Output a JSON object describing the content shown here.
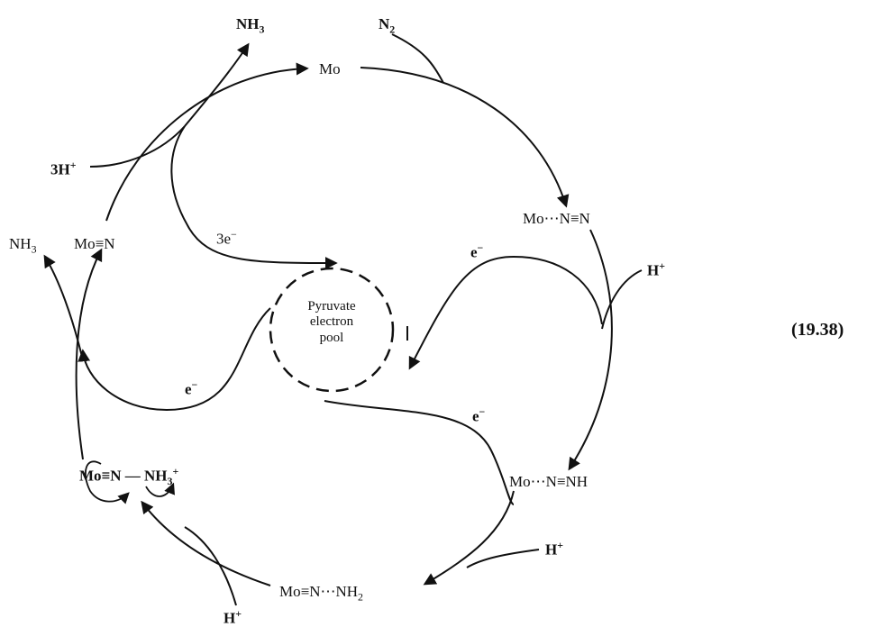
{
  "labels": {
    "nh3_top": "NH",
    "nh3_top_sub": "3",
    "n2": "N",
    "n2_sub": "2",
    "mo": "Mo",
    "three_h_plus": "3H",
    "three_h_plus_sup": "+",
    "nh3_left": "NH",
    "nh3_left_sub": "3",
    "mo_triple_n": "Mo≡N",
    "three_e": "3e",
    "three_e_sup": "−",
    "mo_n2": "Mo⋯N≡N",
    "e_top": "e",
    "e_top_sup": "−",
    "h_plus_right": "H",
    "h_plus_right_sup": "+",
    "e_left": "e",
    "e_left_sup": "−",
    "e_bottom": "e",
    "e_bottom_sup": "−",
    "mo_n_nh": "Mo⋯N≡NH",
    "mo_n_nh3": "Mo≡N",
    "nh3_plus": "NH",
    "nh3_plus_sub": "3",
    "nh3_plus_sup": "+",
    "h_plus_mid": "H",
    "h_plus_mid_sup": "+",
    "mo_n_nh2": "Mo≡N⋯NH",
    "mo_n_nh2_sub": "2",
    "h_plus_bottom": "H",
    "h_plus_bottom_sup": "+"
  },
  "pool": {
    "line1": "Pyruvate",
    "line2": "electron",
    "line3": "pool"
  },
  "equation_number": "(19.38)"
}
